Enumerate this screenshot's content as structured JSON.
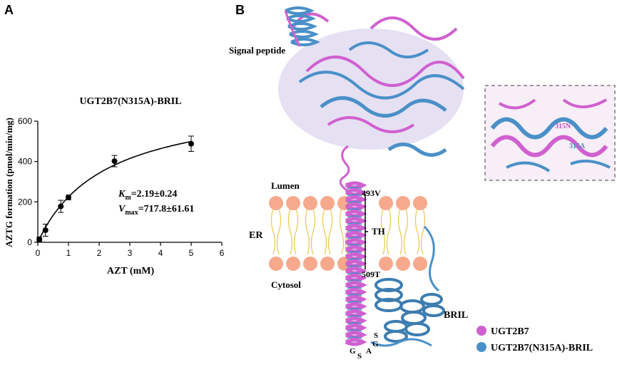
{
  "panel_a": {
    "letter": "A",
    "chart_data": {
      "type": "scatter",
      "title": "UGT2B7(N315A)-BRIL",
      "xlabel": "AZT (mM)",
      "ylabel": "AZTG formation (pmol/min/mg)",
      "xlim": [
        0,
        6
      ],
      "ylim": [
        0,
        600
      ],
      "xticks": [
        "0",
        "1",
        "2",
        "3",
        "4",
        "5",
        "6"
      ],
      "yticks": [
        "0",
        "200",
        "400",
        "600"
      ],
      "points": [
        {
          "x": 0.05,
          "y": 15,
          "err": 10
        },
        {
          "x": 0.25,
          "y": 60,
          "err": 30
        },
        {
          "x": 0.75,
          "y": 178,
          "err": 30
        },
        {
          "x": 1.0,
          "y": 222,
          "err": 12
        },
        {
          "x": 2.5,
          "y": 402,
          "err": 28
        },
        {
          "x": 5.0,
          "y": 488,
          "err": 38
        }
      ],
      "fit": {
        "model": "Michaelis-Menten",
        "Km": 2.19,
        "Vmax": 717.8
      },
      "annotation": {
        "km_symbol": "K",
        "km_sub": "m",
        "km_text": "=2.19±0.24",
        "vmax_symbol": "V",
        "vmax_sub": "max",
        "vmax_text": "=717.8±61.61"
      },
      "grid": false,
      "legend": "none"
    }
  },
  "panel_b": {
    "letter": "B",
    "labels": {
      "signal_peptide": "Signal peptide",
      "lumen": "Lumen",
      "er": "ER",
      "cytosol": "Cytosol",
      "th": "TH",
      "res_top": "493V",
      "res_bottom": "509T",
      "bril": "BRIL",
      "linker": [
        "G",
        "S",
        "A",
        "G",
        "S"
      ],
      "inset_n": "315N",
      "inset_a": "315A"
    },
    "legend": [
      {
        "label": "UGT2B7",
        "color": "#d060d0"
      },
      {
        "label": "UGT2B7(N315A)-BRIL",
        "color": "#4a90c8"
      }
    ],
    "colors": {
      "magenta": "#d060d0",
      "blue": "#4a90c8",
      "lipid_head": "#f6a98c",
      "lipid_tail": "#e8c84a"
    }
  }
}
